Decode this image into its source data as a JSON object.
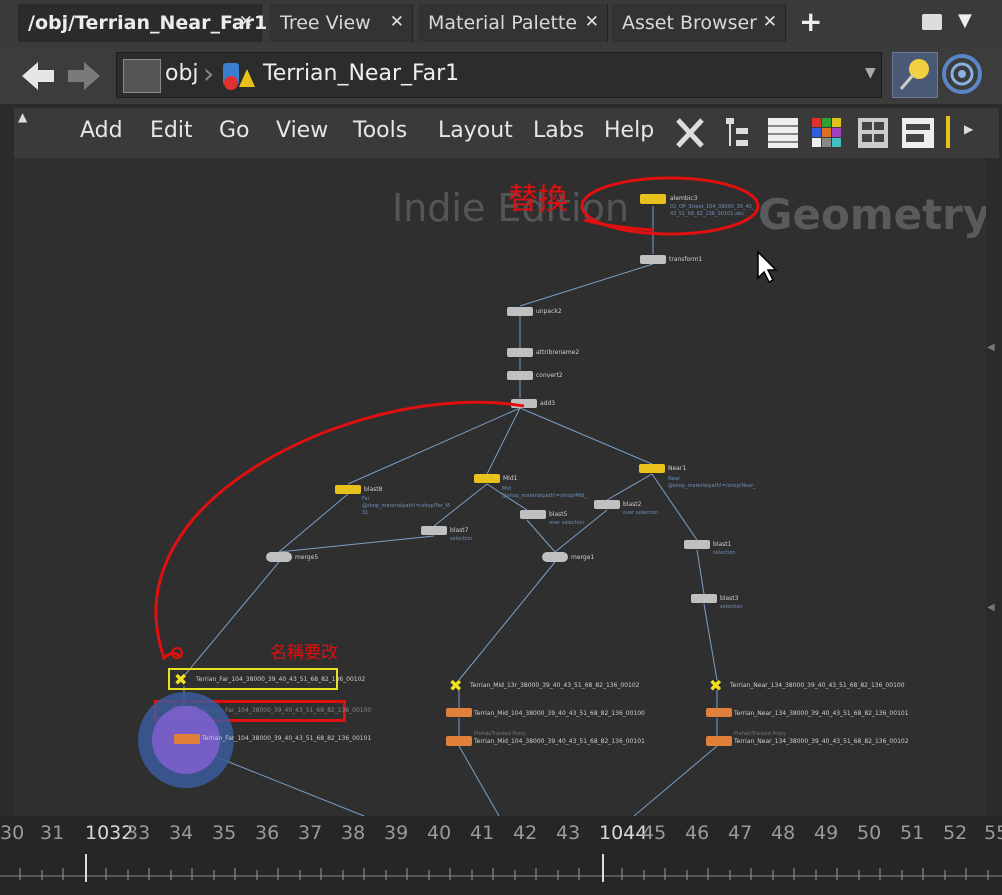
{
  "tabs": [
    {
      "label": "/obj/Terrian_Near_Far1",
      "active": true
    },
    {
      "label": "Tree View"
    },
    {
      "label": "Material Palette"
    },
    {
      "label": "Asset Browser"
    }
  ],
  "tab_add": "+",
  "path": {
    "root": "obj",
    "current": "Terrian_Near_Far1"
  },
  "menu": [
    "Add",
    "Edit",
    "Go",
    "View",
    "Tools",
    "Layout",
    "Labs",
    "Help"
  ],
  "watermark": {
    "edition": "Indie Edition",
    "context": "Geometry"
  },
  "annotations": {
    "replace": "替換",
    "rename": "名稱要改"
  },
  "nodes": {
    "alembic": {
      "name": "alembic3",
      "sub1": "02_OP_Street_104_38000_39_40_",
      "sub2": "43_51_68_82_136_00101.abc"
    },
    "transform": "transform1",
    "unpack": "unpack2",
    "attribrename": "attribrename2",
    "convert": "convert2",
    "add": "add3",
    "blast_left": {
      "name": "blast8",
      "sub1": "Far",
      "sub2": "@shop_materialpath!=/shop/Far_M",
      "sub3": "31"
    },
    "blast_mid": {
      "name": "Mid1",
      "sub1": "Mid",
      "sub2": "@shop_materialpath!=/shop/Mid_"
    },
    "blast_right": {
      "name": "Near1",
      "sub1": "Near",
      "sub2": "@shop_materialpath!=/shop/Near_"
    },
    "blast7": {
      "name": "blast7",
      "sub": "selection"
    },
    "blast5": {
      "name": "blast5",
      "sub": "over selection"
    },
    "blast2": {
      "name": "blast2",
      "sub": "over selection"
    },
    "blast1": {
      "name": "blast1",
      "sub": "selection"
    },
    "blast3": {
      "name": "blast3",
      "sub": "selection"
    },
    "merge_left": "merge5",
    "merge_mid": "merge1",
    "out_far": {
      "main": "Terrian_Far_104_38000_39_40_43_51_68_82_136_00102",
      "mid": "Terrian_Far_104_38000_39_40_43_51_68_82_136_00100",
      "last": "Terrian_Far_104_38000_39_40_43_51_68_82_136_00101"
    },
    "out_mid": {
      "main": "Terrian_Mid_13r_38000_39_40_43_51_68_82_136_00102",
      "mid": "Terrian_Mid_104_38000_39_40_43_51_68_82_136_00100",
      "last": "Terrian_Mid_104_38000_39_40_43_51_68_82_136_00101",
      "tag": "Prefab/Tracked Proxy"
    },
    "out_near": {
      "main": "Terrian_Near_134_38000_39_40_43_51_68_82_136_00100",
      "mid": "Terrian_Near_134_38000_39_40_43_51_68_82_136_00101",
      "last": "Terrian_Near_134_38000_39_40_43_51_68_82_136_00102",
      "tag": "Prefab/Tracked Proxy"
    }
  },
  "timeline": {
    "ticks": [
      "30",
      "31",
      "1032",
      "33",
      "34",
      "35",
      "36",
      "37",
      "38",
      "39",
      "40",
      "41",
      "42",
      "43",
      "1044",
      "45",
      "46",
      "47",
      "48",
      "49",
      "50",
      "51",
      "52",
      "55"
    ]
  },
  "colors": {
    "annotation": "#e01010",
    "yellow_node": "#e8c21a",
    "orange_node": "#e0803a",
    "wire": "#7a9fc6"
  }
}
